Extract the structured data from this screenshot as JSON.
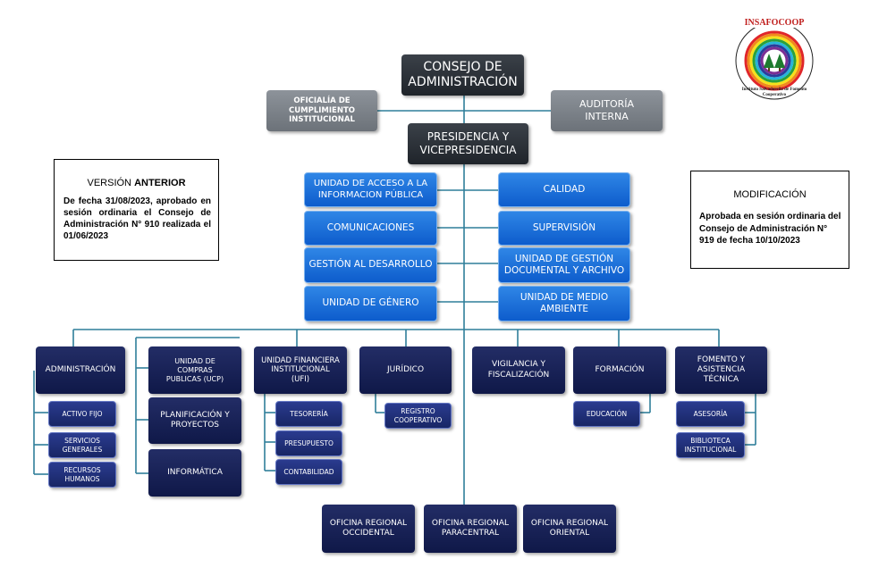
{
  "logo": {
    "name": "INSAFOCOOP",
    "ring_text": "Instituto Salvadoreño de Fomento Cooperativo"
  },
  "top": {
    "consejo": "CONSEJO DE\nADMINISTRACIÓN",
    "oficialia": "OFICIALÍA DE\nCUMPLIMIENTO\nINSTITUCIONAL",
    "auditoria": "AUDITORÍA\nINTERNA",
    "presidencia": "PRESIDENCIA Y\nVICEPRESIDENCIA"
  },
  "staff_left": [
    "UNIDAD DE ACCESO A LA\nINFORMACION PÚBLICA",
    "COMUNICACIONES",
    "GESTIÓN AL DESARROLLO",
    "UNIDAD DE GÉNERO"
  ],
  "staff_right": [
    "CALIDAD",
    "SUPERVISIÓN",
    "UNIDAD DE GESTIÓN\nDOCUMENTAL Y ARCHIVO",
    "UNIDAD DE MEDIO\nAMBIENTE"
  ],
  "units": {
    "administracion": "ADMINISTRACIÓN",
    "ucp": "UNIDAD DE\nCOMPRAS\nPUBLICAS (UCP)",
    "planificacion": "PLANIFICACIÓN Y\nPROYECTOS",
    "informatica": "INFORMÁTICA",
    "ufi": "UNIDAD FINANCIERA\nINSTITUCIONAL\n(UFI)",
    "juridico": "JURÍDICO",
    "vigilancia": "VIGILANCIA Y\nFISCALIZACIÓN",
    "formacion": "FORMACIÓN",
    "fomento": "FOMENTO Y\nASISTENCIA TÉCNICA"
  },
  "subunits": {
    "activo_fijo": "ACTIVO FIJO",
    "servicios_generales": "SERVICIOS\nGENERALES",
    "recursos_humanos": "RECURSOS\nHUMANOS",
    "tesoreria": "TESORERÍA",
    "presupuesto": "PRESUPUESTO",
    "contabilidad": "CONTABILIDAD",
    "registro": "REGISTRO\nCOOPERATIVO",
    "educacion": "EDUCACIÓN",
    "asesoria": "ASESORÍA",
    "biblioteca": "BIBLIOTECA\nINSTITUCIONAL"
  },
  "regional": [
    "OFICINA REGIONAL\nOCCIDENTAL",
    "OFICINA REGIONAL\nPARACENTRAL",
    "OFICINA REGIONAL\nORIENTAL"
  ],
  "note_left": {
    "title_prefix": "VERSIÓN ",
    "title_bold": "ANTERIOR",
    "body": "De fecha 31/08/2023, aprobado en sesión ordinaria el Consejo de Administración N° 910 realizada el 01/06/2023"
  },
  "note_right": {
    "title": "MODIFICACIÓN",
    "body": "Aprobada en sesión ordinaria del Consejo de Administración N° 919 de fecha 10/10/2023"
  }
}
